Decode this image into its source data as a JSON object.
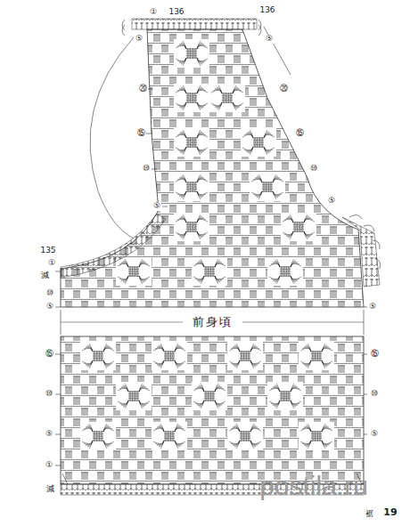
{
  "diagram": {
    "labels": [
      "⑤",
      "①",
      "136",
      "136",
      "⑤",
      "⑳",
      "⑮",
      "⑩",
      "⑤",
      "⑳",
      "⑮",
      "⑩",
      "⑤",
      "135",
      "①",
      "減",
      "⑩",
      "⑤",
      "⑤",
      "前身頃",
      "⑮",
      "⑩",
      "⑤",
      "①",
      "減",
      "⑮",
      "⑩",
      "⑤",
      "裾",
      "19",
      "postila.ru"
    ]
  }
}
